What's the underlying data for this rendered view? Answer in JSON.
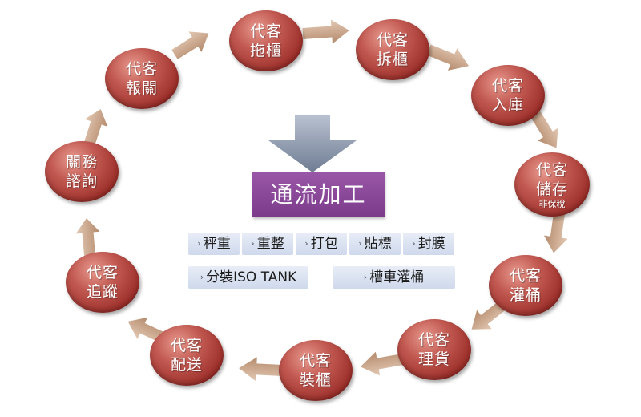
{
  "center": {
    "title": "通流加工",
    "services_row1": [
      {
        "label": "秤重"
      },
      {
        "label": "重整"
      },
      {
        "label": "打包"
      },
      {
        "label": "貼標"
      },
      {
        "label": "封膜"
      }
    ],
    "services_row2": [
      {
        "label": "分裝ISO TANK"
      },
      {
        "label": "槽車灌桶"
      }
    ],
    "bullet": "›"
  },
  "nodes": [
    {
      "id": "towing",
      "line1": "代客",
      "line2": "拖櫃"
    },
    {
      "id": "unstuffing",
      "line1": "代客",
      "line2": "拆櫃"
    },
    {
      "id": "warehousing",
      "line1": "代客",
      "line2": "入庫"
    },
    {
      "id": "storage",
      "line1": "代客",
      "line2": "儲存",
      "sub": "非保稅"
    },
    {
      "id": "drumming",
      "line1": "代客",
      "line2": "灌桶"
    },
    {
      "id": "sorting",
      "line1": "代客",
      "line2": "理貨"
    },
    {
      "id": "stuffing",
      "line1": "代客",
      "line2": "裝櫃"
    },
    {
      "id": "delivery",
      "line1": "代客",
      "line2": "配送"
    },
    {
      "id": "tracking",
      "line1": "代客",
      "line2": "追蹤"
    },
    {
      "id": "consulting",
      "line1": "關務",
      "line2": "諮詢"
    },
    {
      "id": "customs",
      "line1": "代客",
      "line2": "報關"
    }
  ],
  "colors": {
    "node": "#a6322d",
    "arrow": "#c9a58a",
    "center_title": "#8a4799",
    "service_bg": "#d8e1f0",
    "center_arrow": "#8d99ad"
  }
}
